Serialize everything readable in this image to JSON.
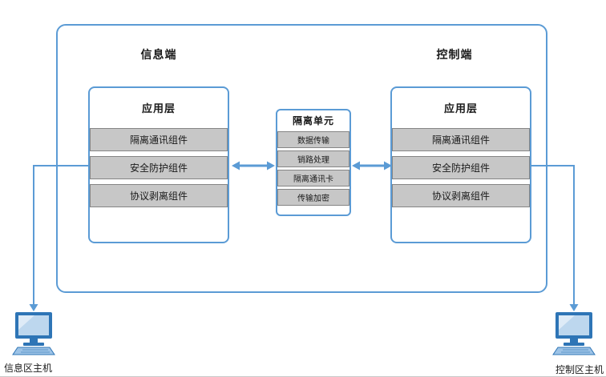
{
  "diagram": {
    "left_section_title": "信息端",
    "right_section_title": "控制端",
    "left_box": {
      "title": "应用层",
      "rows": [
        "隔离通讯组件",
        "安全防护组件",
        "协议剥离组件"
      ]
    },
    "middle_box": {
      "title": "隔离单元",
      "rows": [
        "数据传输",
        "销路处理",
        "隔离通讯卡",
        "传输加密"
      ]
    },
    "right_box": {
      "title": "应用层",
      "rows": [
        "隔离通讯组件",
        "安全防护组件",
        "协议剥离组件"
      ]
    },
    "left_host_label": "信息区主机",
    "right_host_label": "控制区主机",
    "colors": {
      "accent_blue": "#5B9BD5",
      "row_gray": "#C7C7C7",
      "row_border": "#858585",
      "computer_dark_blue": "#2E75B6",
      "computer_screen_blue": "#BDD7EE"
    }
  }
}
